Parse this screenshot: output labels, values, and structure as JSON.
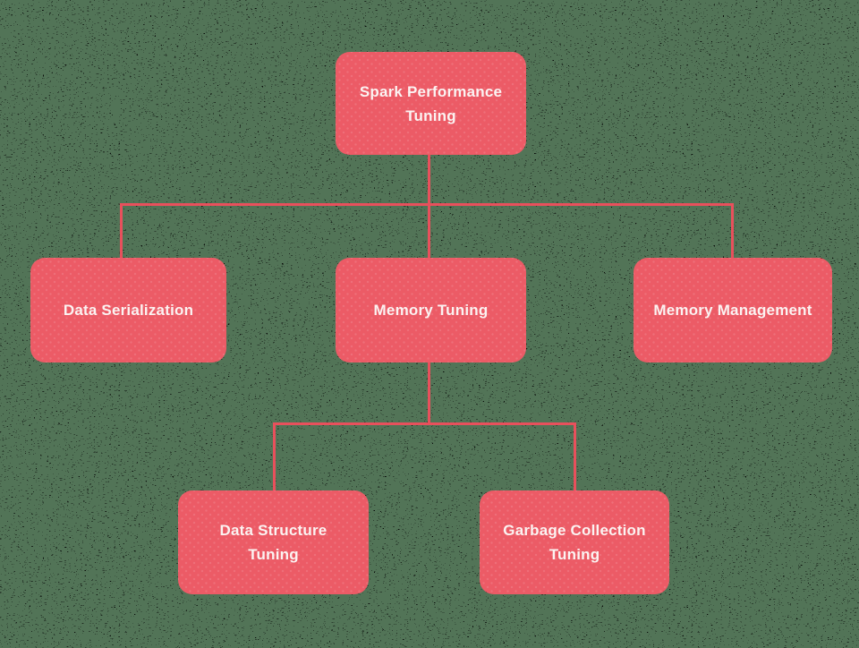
{
  "diagram": {
    "title": "Spark Performance Tuning",
    "type": "flowchart",
    "nodes": [
      {
        "id": "spark-performance-tuning",
        "label": "Spark Performance Tuning",
        "lines": [
          "Spark Performance",
          "Tuning"
        ]
      },
      {
        "id": "data-serialization",
        "label": "Data Serialization",
        "lines": [
          "Data Serialization"
        ]
      },
      {
        "id": "memory-tuning",
        "label": "Memory Tuning",
        "lines": [
          "Memory Tuning"
        ]
      },
      {
        "id": "memory-management",
        "label": "Memory Management",
        "lines": [
          "Memory Management"
        ]
      },
      {
        "id": "data-structure-tuning",
        "label": "Data Structure Tuning",
        "lines": [
          "Data Structure",
          "Tuning"
        ]
      },
      {
        "id": "garbage-collection-tuning",
        "label": "Garbage Collection Tuning",
        "lines": [
          "Garbage Collection",
          "Tuning"
        ]
      }
    ],
    "edges": [
      {
        "from": "spark-performance-tuning",
        "to": "data-serialization"
      },
      {
        "from": "spark-performance-tuning",
        "to": "memory-tuning"
      },
      {
        "from": "spark-performance-tuning",
        "to": "memory-management"
      },
      {
        "from": "memory-tuning",
        "to": "data-structure-tuning"
      },
      {
        "from": "memory-tuning",
        "to": "garbage-collection-tuning"
      }
    ],
    "colors": {
      "node_fill": "#EC5B66",
      "connector": "#E8505C",
      "node_text": "#FBF3F2",
      "background_green": "#527457",
      "background_black": "#0A0E0B"
    }
  }
}
